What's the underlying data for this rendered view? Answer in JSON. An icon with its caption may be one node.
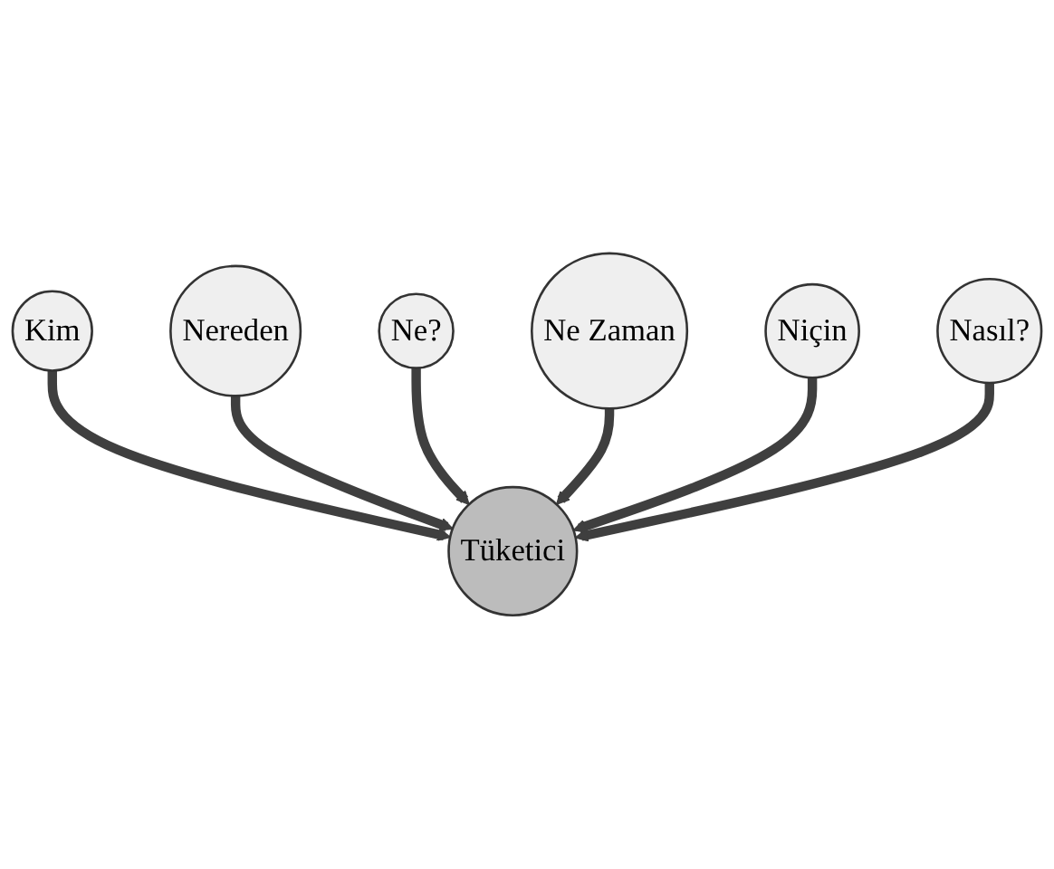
{
  "diagram": {
    "nodes": [
      {
        "text": [
          "Kim"
        ]
      },
      {
        "text": [
          "Nereden"
        ]
      },
      {
        "text": [
          "Ne?"
        ]
      },
      {
        "text": [
          "Tüketici"
        ]
      },
      {
        "text": [
          "Ne Zaman"
        ]
      },
      {
        "text": [
          "Niçin"
        ]
      },
      {
        "text": [
          "Nasıl?"
        ]
      }
    ],
    "edges": [
      {
        "from": 0,
        "to": 3,
        "arrow": "to"
      },
      {
        "from": 1,
        "to": 3,
        "arrow": "to"
      },
      {
        "from": 2,
        "to": 3,
        "arrow": "to"
      },
      {
        "from": 4,
        "to": 3,
        "arrow": "to"
      },
      {
        "from": 5,
        "to": 3,
        "arrow": "to"
      },
      {
        "from": 6,
        "to": 3,
        "arrow": "to"
      }
    ]
  }
}
